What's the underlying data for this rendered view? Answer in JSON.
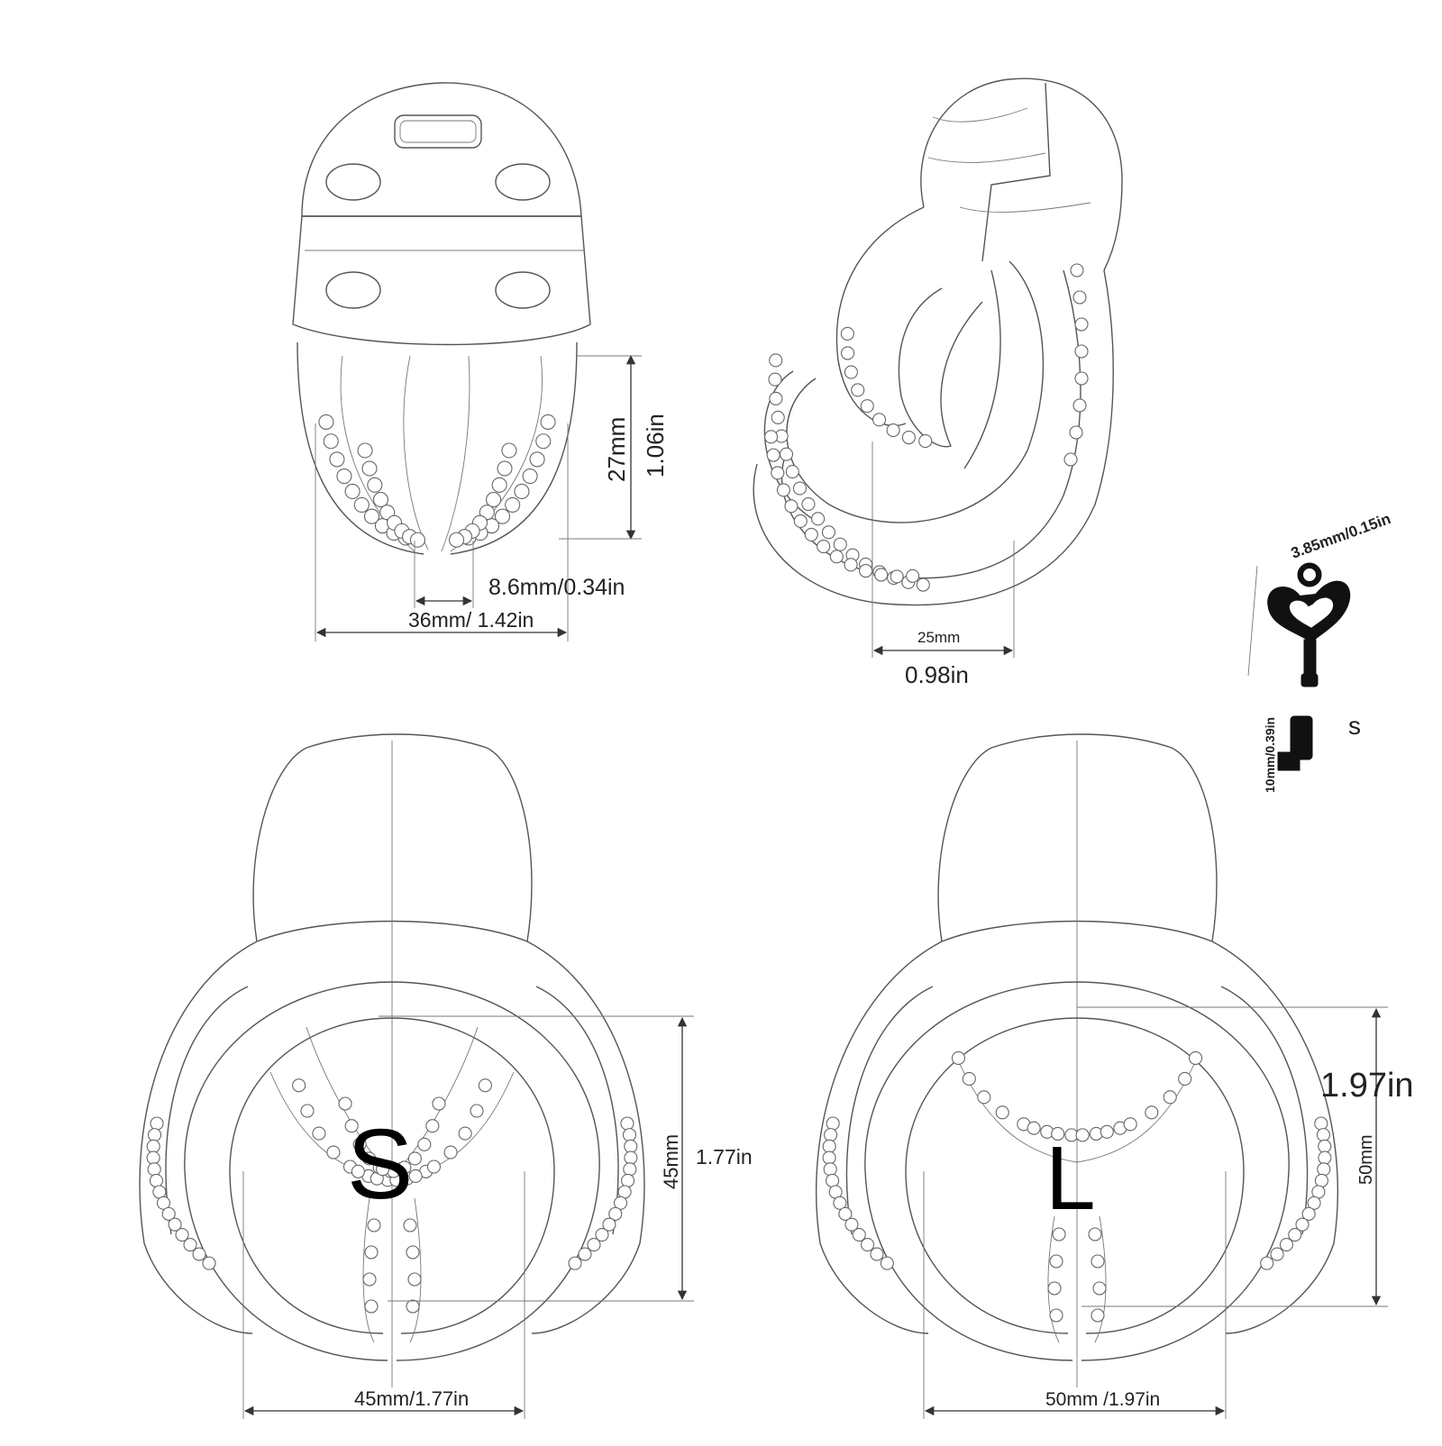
{
  "top_left_view": {
    "height_mm": "27mm",
    "height_in": "1.06in",
    "gap_label": "8.6mm/0.34in",
    "width_label": "36mm/ 1.42in"
  },
  "top_right_view": {
    "width_mm": "25mm",
    "width_in": "0.98in"
  },
  "lock_parts": {
    "key_label": "3.85mm/0.15in",
    "lock_label": "10mm/0.39in",
    "size_letter": "s"
  },
  "small_ring": {
    "size_letter": "S",
    "height_mm": "45mm",
    "height_in": "1.77in",
    "width_label": "45mm/1.77in"
  },
  "large_ring": {
    "size_letter": "L",
    "height_mm": "50mm",
    "height_in": "1.97in",
    "width_label": "50mm /1.97in"
  },
  "colors": {
    "line": "#555555",
    "dimension": "#333333",
    "solid_parts": "#111111"
  }
}
